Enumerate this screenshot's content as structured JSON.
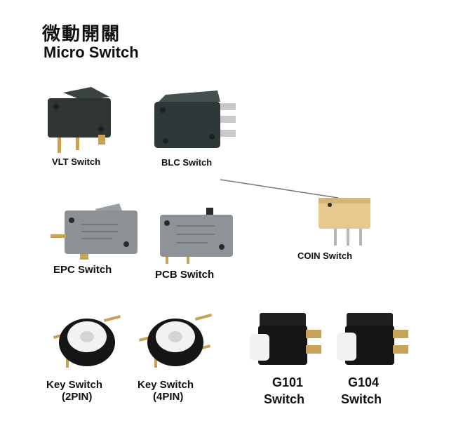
{
  "header": {
    "title_cn": "微動開關",
    "title_en": "Micro Switch"
  },
  "products": {
    "vlt": "VLT Switch",
    "blc": "BLC Switch",
    "coin": "COIN Switch",
    "epc": "EPC Switch",
    "pcb": "PCB Switch",
    "key2_line1": "Key Switch",
    "key2_line2": "(2PIN)",
    "key4_line1": "Key Switch",
    "key4_line2": "(4PIN)",
    "g101_line1": "G101",
    "g101_line2": "Switch",
    "g104_line1": "G104",
    "g104_line2": "Switch"
  },
  "colors": {
    "body_dark": "#2f3535",
    "body_gray": "#8c9296",
    "coin_body": "#e6c98f",
    "pin": "#c9a25a",
    "ring_black": "#151515",
    "cap_white": "#f2f2f2"
  }
}
